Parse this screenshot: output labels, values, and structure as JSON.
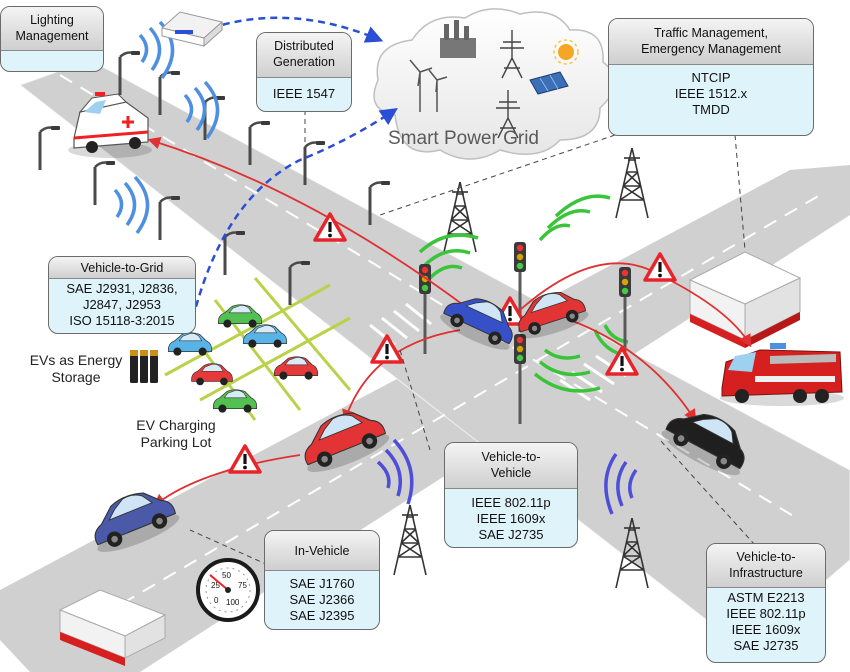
{
  "lighting": {
    "title": [
      "Lighting",
      "Management"
    ]
  },
  "dist_gen": {
    "title": [
      "Distributed",
      "Generation"
    ],
    "standards": [
      "IEEE 1547"
    ]
  },
  "grid": {
    "label": "Smart Power Grid"
  },
  "traffic": {
    "title": [
      "Traffic Management,",
      "Emergency Management"
    ],
    "standards": [
      "NTCIP",
      "IEEE 1512.x",
      "TMDD"
    ]
  },
  "v2g": {
    "title": [
      "Vehicle-to-Grid"
    ],
    "standards": [
      "SAE J2931, J2836,",
      "J2847, J2953",
      "ISO 15118-3:2015"
    ]
  },
  "evs": {
    "label": [
      "EVs as Energy",
      "Storage"
    ]
  },
  "parking": {
    "label": [
      "EV Charging",
      "Parking Lot"
    ]
  },
  "v2v": {
    "title": [
      "Vehicle-to-",
      "Vehicle"
    ],
    "standards": [
      "IEEE 802.11p",
      "IEEE 1609x",
      "SAE J2735"
    ]
  },
  "in_vehicle": {
    "title": [
      "In-Vehicle"
    ],
    "standards": [
      "SAE J1760",
      "SAE J2366",
      "SAE J2395"
    ]
  },
  "v2i": {
    "title": [
      "Vehicle-to-",
      "Infrastructure"
    ],
    "standards": [
      "ASTM E2213",
      "IEEE 802.11p",
      "IEEE 1609x",
      "SAE J2735"
    ]
  },
  "speedometer": {
    "ticks": [
      "25",
      "50",
      "75",
      "0",
      "100"
    ]
  },
  "colors": {
    "road": "#cfcfcf",
    "box_body": "#dff3fa",
    "alert": "#e8242b",
    "wifi_blue": "#4d8fe0",
    "wifi_green": "#39c439",
    "arrow_red": "#e03030",
    "dash_blue": "#2a4fd6"
  }
}
